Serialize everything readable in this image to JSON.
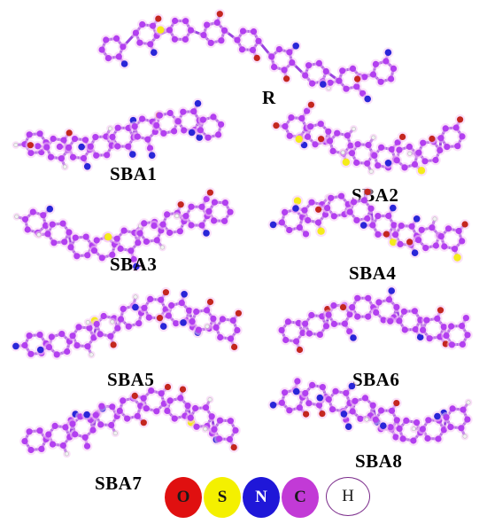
{
  "colors": {
    "carbon": "#b23ff0",
    "oxygen": "#c4261f",
    "sulfur": "#f4ec1c",
    "nitrogen": "#2a25d8",
    "hydrogen": "#f2f2f2",
    "bond": "#9a44e0",
    "halo": "#f6c8f4"
  },
  "molecules": [
    {
      "id": "R",
      "label": "R"
    },
    {
      "id": "SBA1",
      "label": "SBA1"
    },
    {
      "id": "SBA2",
      "label": "SBA2"
    },
    {
      "id": "SBA3",
      "label": "SBA3"
    },
    {
      "id": "SBA4",
      "label": "SBA4"
    },
    {
      "id": "SBA5",
      "label": "SBA5"
    },
    {
      "id": "SBA6",
      "label": "SBA6"
    },
    {
      "id": "SBA7",
      "label": "SBA7"
    },
    {
      "id": "SBA8",
      "label": "SBA8"
    }
  ],
  "legend": [
    {
      "symbol": "O",
      "element": "oxygen",
      "fill": "#e01010",
      "text_color": "#1a1a1a",
      "border": "#e01010"
    },
    {
      "symbol": "S",
      "element": "sulfur",
      "fill": "#f4f000",
      "text_color": "#1a1a1a",
      "border": "#f4f000"
    },
    {
      "symbol": "N",
      "element": "nitrogen",
      "fill": "#1f17d8",
      "text_color": "#ffffff",
      "border": "#1f17d8"
    },
    {
      "symbol": "C",
      "element": "carbon",
      "fill": "#c23ad6",
      "text_color": "#1a1a1a",
      "border": "#c23ad6"
    },
    {
      "symbol": "H",
      "element": "hydrogen",
      "fill": "#ffffff",
      "text_color": "#1a1a1a",
      "border": "#7a2a8a"
    }
  ]
}
